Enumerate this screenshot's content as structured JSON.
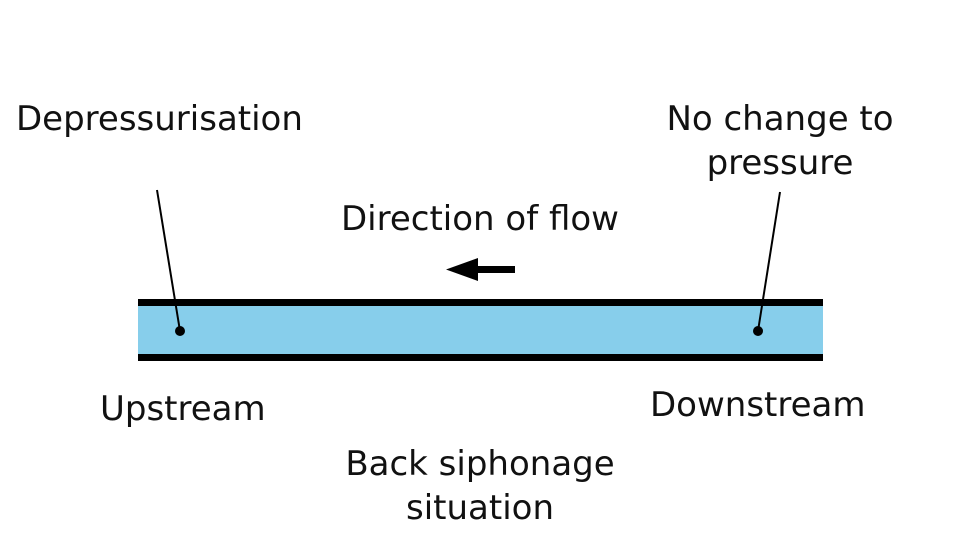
{
  "labels": {
    "depressurisation": "Depressurisation",
    "no_change": [
      "No change to",
      "pressure"
    ],
    "direction": "Direction of flow",
    "upstream": "Upstream",
    "downstream": "Downstream",
    "situation": [
      "Back siphonage",
      "situation"
    ]
  },
  "colors": {
    "pipe_fill": "#87CEEB",
    "pipe_wall": "#000000",
    "text": "#111111"
  },
  "icons": {
    "flow_arrow": "arrow-left-icon"
  }
}
